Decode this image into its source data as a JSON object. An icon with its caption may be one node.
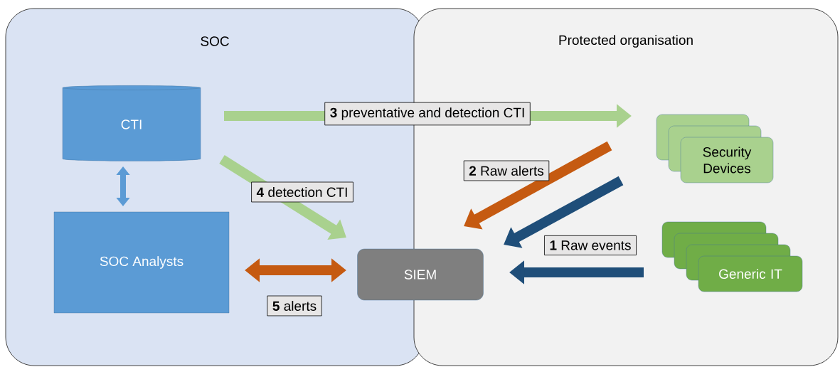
{
  "diagram": {
    "nodes": [
      {
        "text": [
          "SOC"
        ]
      },
      {
        "text": [
          "CTI"
        ],
        "in": 0
      },
      {
        "text": [
          "SOC Analysts"
        ],
        "in": 0
      },
      {
        "text": [
          "SIEM"
        ]
      },
      {
        "text": [
          "Protected organisation"
        ]
      },
      {
        "text": [
          "Security Devices"
        ],
        "in": 4
      },
      {
        "text": [
          "Generic IT"
        ],
        "in": 4
      }
    ],
    "edges": [
      {
        "from": 1,
        "to": 2,
        "arrow": "both",
        "color": "#5b9bd5"
      },
      {
        "from": 1,
        "to": 5,
        "arrow": "to",
        "label": "**3** preventative and detection CTI",
        "color": "#a9d18e"
      },
      {
        "from": 1,
        "to": 3,
        "arrow": "to",
        "label": "**4** detection CTI",
        "color": "#a9d18e"
      },
      {
        "from": 5,
        "to": 3,
        "arrow": "to",
        "label": "**2** Raw alerts",
        "color": "#c55a11"
      },
      {
        "from": 5,
        "to": 3,
        "arrow": "to",
        "color": "#1f4e79"
      },
      {
        "from": 6,
        "to": 3,
        "arrow": "to",
        "label": "**1** Raw events",
        "color": "#1f4e79"
      },
      {
        "from": 2,
        "to": 3,
        "arrow": "both",
        "label": "**5** alerts",
        "color": "#c55a11"
      }
    ]
  }
}
